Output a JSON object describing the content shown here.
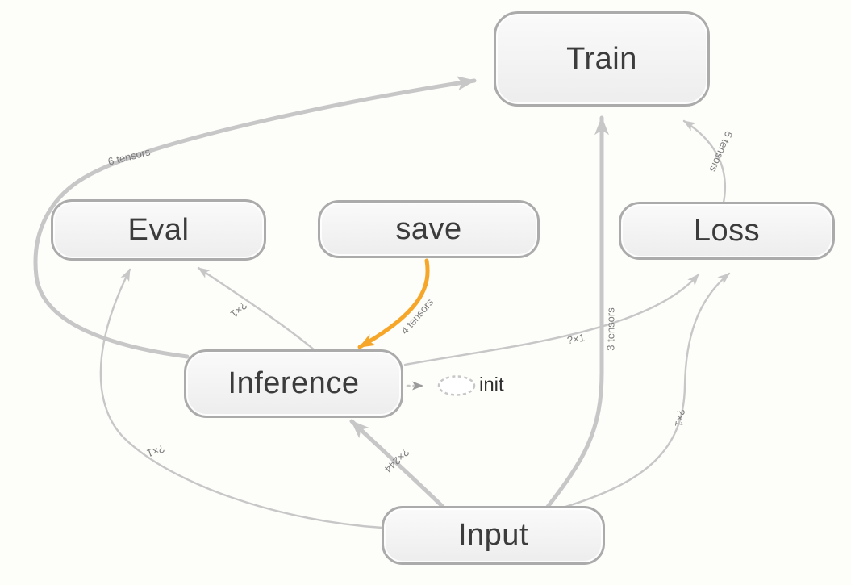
{
  "diagram": {
    "title": "dataflow-graph",
    "nodes": {
      "train": {
        "label": "Train"
      },
      "eval": {
        "label": "Eval"
      },
      "save": {
        "label": "save"
      },
      "loss": {
        "label": "Loss"
      },
      "inference": {
        "label": "Inference"
      },
      "input": {
        "label": "Input"
      },
      "init": {
        "label": "init"
      }
    },
    "edges": {
      "inference_train": {
        "label": "6 tensors"
      },
      "loss_train": {
        "label": "5 tensors"
      },
      "save_inference": {
        "label": "4 tensors"
      },
      "input_train": {
        "label": "3 tensors"
      },
      "inference_eval": {
        "label": "?×1"
      },
      "input_eval": {
        "label": "?×1"
      },
      "inference_loss": {
        "label": "?×1"
      },
      "input_loss": {
        "label": "?×1"
      },
      "input_inference": {
        "label": "?×244"
      }
    },
    "colors": {
      "edge": "#c7c7c7",
      "accent_orange": "#f6a72a",
      "init_arrow": "#9a9a9a",
      "node_border": "#ababab",
      "node_text": "#3c3c3c",
      "edge_label_text": "#7c7c7c"
    }
  }
}
